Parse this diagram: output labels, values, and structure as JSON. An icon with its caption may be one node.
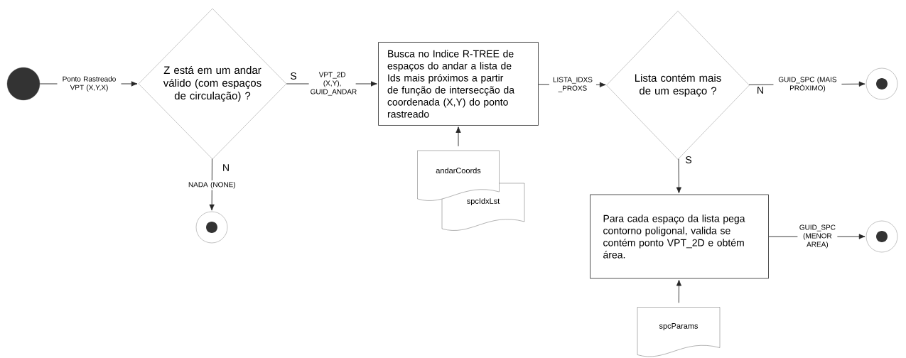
{
  "diagram": {
    "nodes": [
      {
        "text": [],
        "shape": "circle"
      },
      {
        "text": [
          "Z está em um andar válido (com espaços de circulação) ?"
        ]
      },
      {
        "text": [],
        "shape": "circle"
      },
      {
        "text": [
          "Busca no Indice R-TREE de espaços do andar a lista de Ids mais próximos a partir de função de intersecção da coordenada (X,Y) do ponto rastreado"
        ]
      },
      {
        "text": [
          "andarCoords"
        ]
      },
      {
        "text": [
          "spcIdxLst"
        ]
      },
      {
        "text": [
          "Lista contém mais de um espaço ?"
        ]
      },
      {
        "text": [],
        "shape": "circle"
      },
      {
        "text": [
          "Para cada  espaço da lista pega contorno poligonal, valida se contém ponto VPT_2D e obtém área."
        ]
      },
      {
        "text": [
          "spcParams"
        ]
      },
      {
        "text": [],
        "shape": "circle"
      }
    ],
    "edges": [
      {
        "from": 0,
        "to": 1,
        "arrow": "to",
        "label": "Ponto Rastreado VPT (X,Y,X)"
      },
      {
        "from": 1,
        "to": 3,
        "arrow": "to",
        "label": "VPT_2D (X,Y), GUID_ANDAR"
      },
      {
        "from": 1,
        "to": 2,
        "arrow": "to",
        "label": "NADA (NONE)"
      },
      {
        "from": 4,
        "to": 3,
        "arrow": "to"
      },
      {
        "from": 3,
        "to": 6,
        "arrow": "to",
        "label": "LISTA_IDXS _PROXS"
      },
      {
        "from": 6,
        "to": 7,
        "arrow": "to",
        "label": "GUID_SPC (MAIS PRÓXIMO)"
      },
      {
        "from": 6,
        "to": 8,
        "arrow": "to"
      },
      {
        "from": 9,
        "to": 8,
        "arrow": "to"
      },
      {
        "from": 8,
        "to": 10,
        "arrow": "to",
        "label": "GUID_SPC (MENOR AREA)"
      }
    ],
    "labels": [
      "S",
      "N",
      "N",
      "S"
    ]
  }
}
